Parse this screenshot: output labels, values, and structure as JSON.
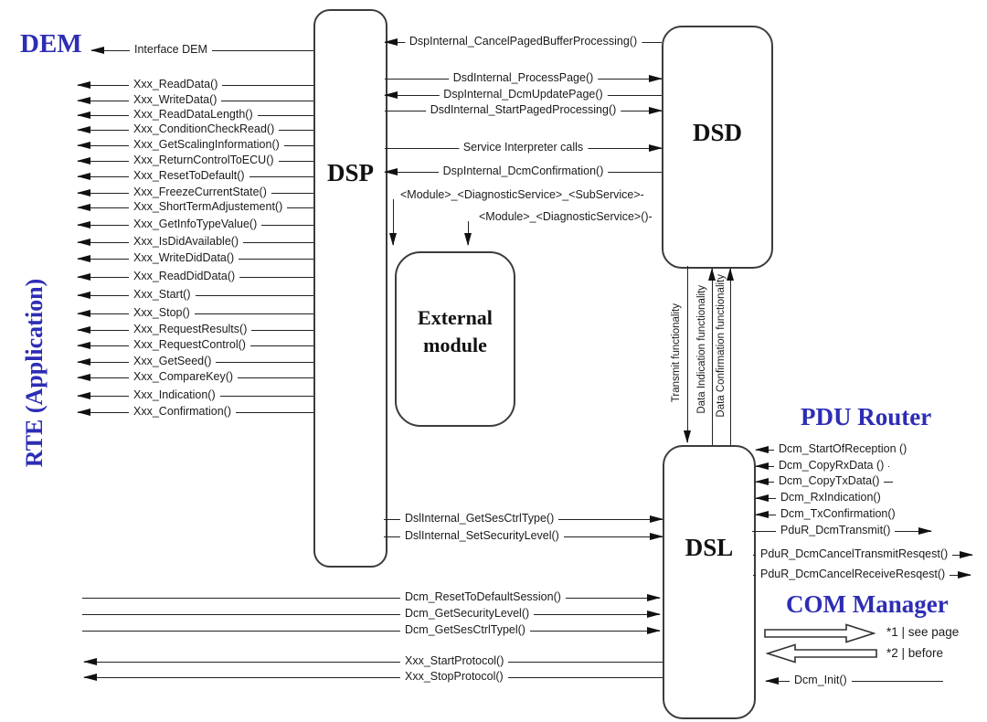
{
  "headings": {
    "dem": "DEM",
    "rte": "RTE (Application)",
    "pdu_router": "PDU Router",
    "com_manager": "COM Manager"
  },
  "boxes": {
    "dsp": "DSP",
    "dsd": "DSD",
    "external_line1": "External",
    "external_line2": "module",
    "dsl": "DSL"
  },
  "rows": {
    "interface_dem": "Interface DEM",
    "rte": [
      "Xxx_ReadData()",
      "Xxx_WriteData()",
      "Xxx_ReadDataLength()",
      "Xxx_ConditionCheckRead()",
      "Xxx_GetScalingInformation()",
      "Xxx_ReturnControlToECU()",
      "Xxx_ResetToDefault()",
      "Xxx_FreezeCurrentState()",
      "Xxx_ShortTermAdjustement()",
      "Xxx_GetInfoTypeValue()",
      "Xxx_IsDidAvailable()",
      "Xxx_WriteDidData()",
      "Xxx_ReadDidData()",
      "Xxx_Start()",
      "Xxx_Stop()",
      "Xxx_RequestResults()",
      "Xxx_RequestControl()",
      "Xxx_GetSeed()",
      "Xxx_CompareKey()",
      "Xxx_Indication()",
      "Xxx_Confirmation()"
    ],
    "dsp_dsd": [
      "DspInternal_CancelPagedBufferProcessing()",
      "DsdInternal_ProcessPage()",
      "DspInternal_DcmUpdatePage()",
      "DsdInternal_StartPagedProcessing()",
      "Service Interpreter calls",
      "DspInternal_DcmConfirmation()"
    ],
    "module_templates": [
      "<Module>_<DiagnosticService>_<SubService>-",
      "<Module>_<DiagnosticService>()-"
    ],
    "vertical": [
      "Transmit functionality",
      "Data Indication functionality",
      "Data Confirmation functionality"
    ],
    "pdu": [
      "Dcm_StartOfReception ()",
      "Dcm_CopyRxData ()",
      "Dcm_CopyTxData()",
      "Dcm_RxIndication()",
      "Dcm_TxConfirmation()",
      "PduR_DcmTransmit()",
      "PduR_DcmCancelTransmitResqest()",
      "PduR_DcmCancelReceiveResqest()"
    ],
    "dsl_internal": [
      "DslInternal_GetSesCtrlType()",
      "DslInternal_SetSecurityLevel()"
    ],
    "dcm_session": [
      "Dcm_ResetToDefaultSession()",
      "Dcm_GetSecurityLevel()",
      "Dcm_GetSesCtrlTypel()"
    ],
    "protocol": [
      "Xxx_StartProtocol()",
      "Xxx_StopProtocol()"
    ],
    "com_notes": [
      "*1 | see page",
      "*2 | before"
    ],
    "init": "Dcm_Init()"
  },
  "colors": {
    "accent_blue": "#2d2db5",
    "line": "#222222"
  }
}
